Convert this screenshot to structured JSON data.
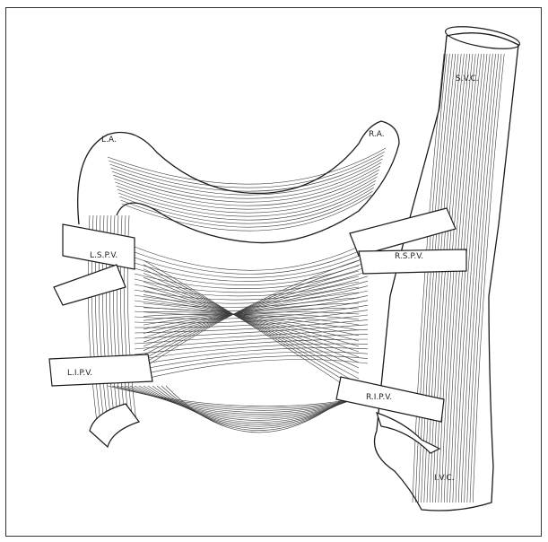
{
  "figure": {
    "labels": {
      "svc": "S.V.C.",
      "ivc": "I.V.C.",
      "la": "L.A.",
      "ra": "R.A.",
      "lspv": "L.S.P.V.",
      "lipv": "L.I.P.V.",
      "rspv": "R.S.P.V.",
      "ripv": "R.I.P.V."
    },
    "colors": {
      "ink": "#1a1a1a",
      "background": "#ffffff"
    }
  }
}
